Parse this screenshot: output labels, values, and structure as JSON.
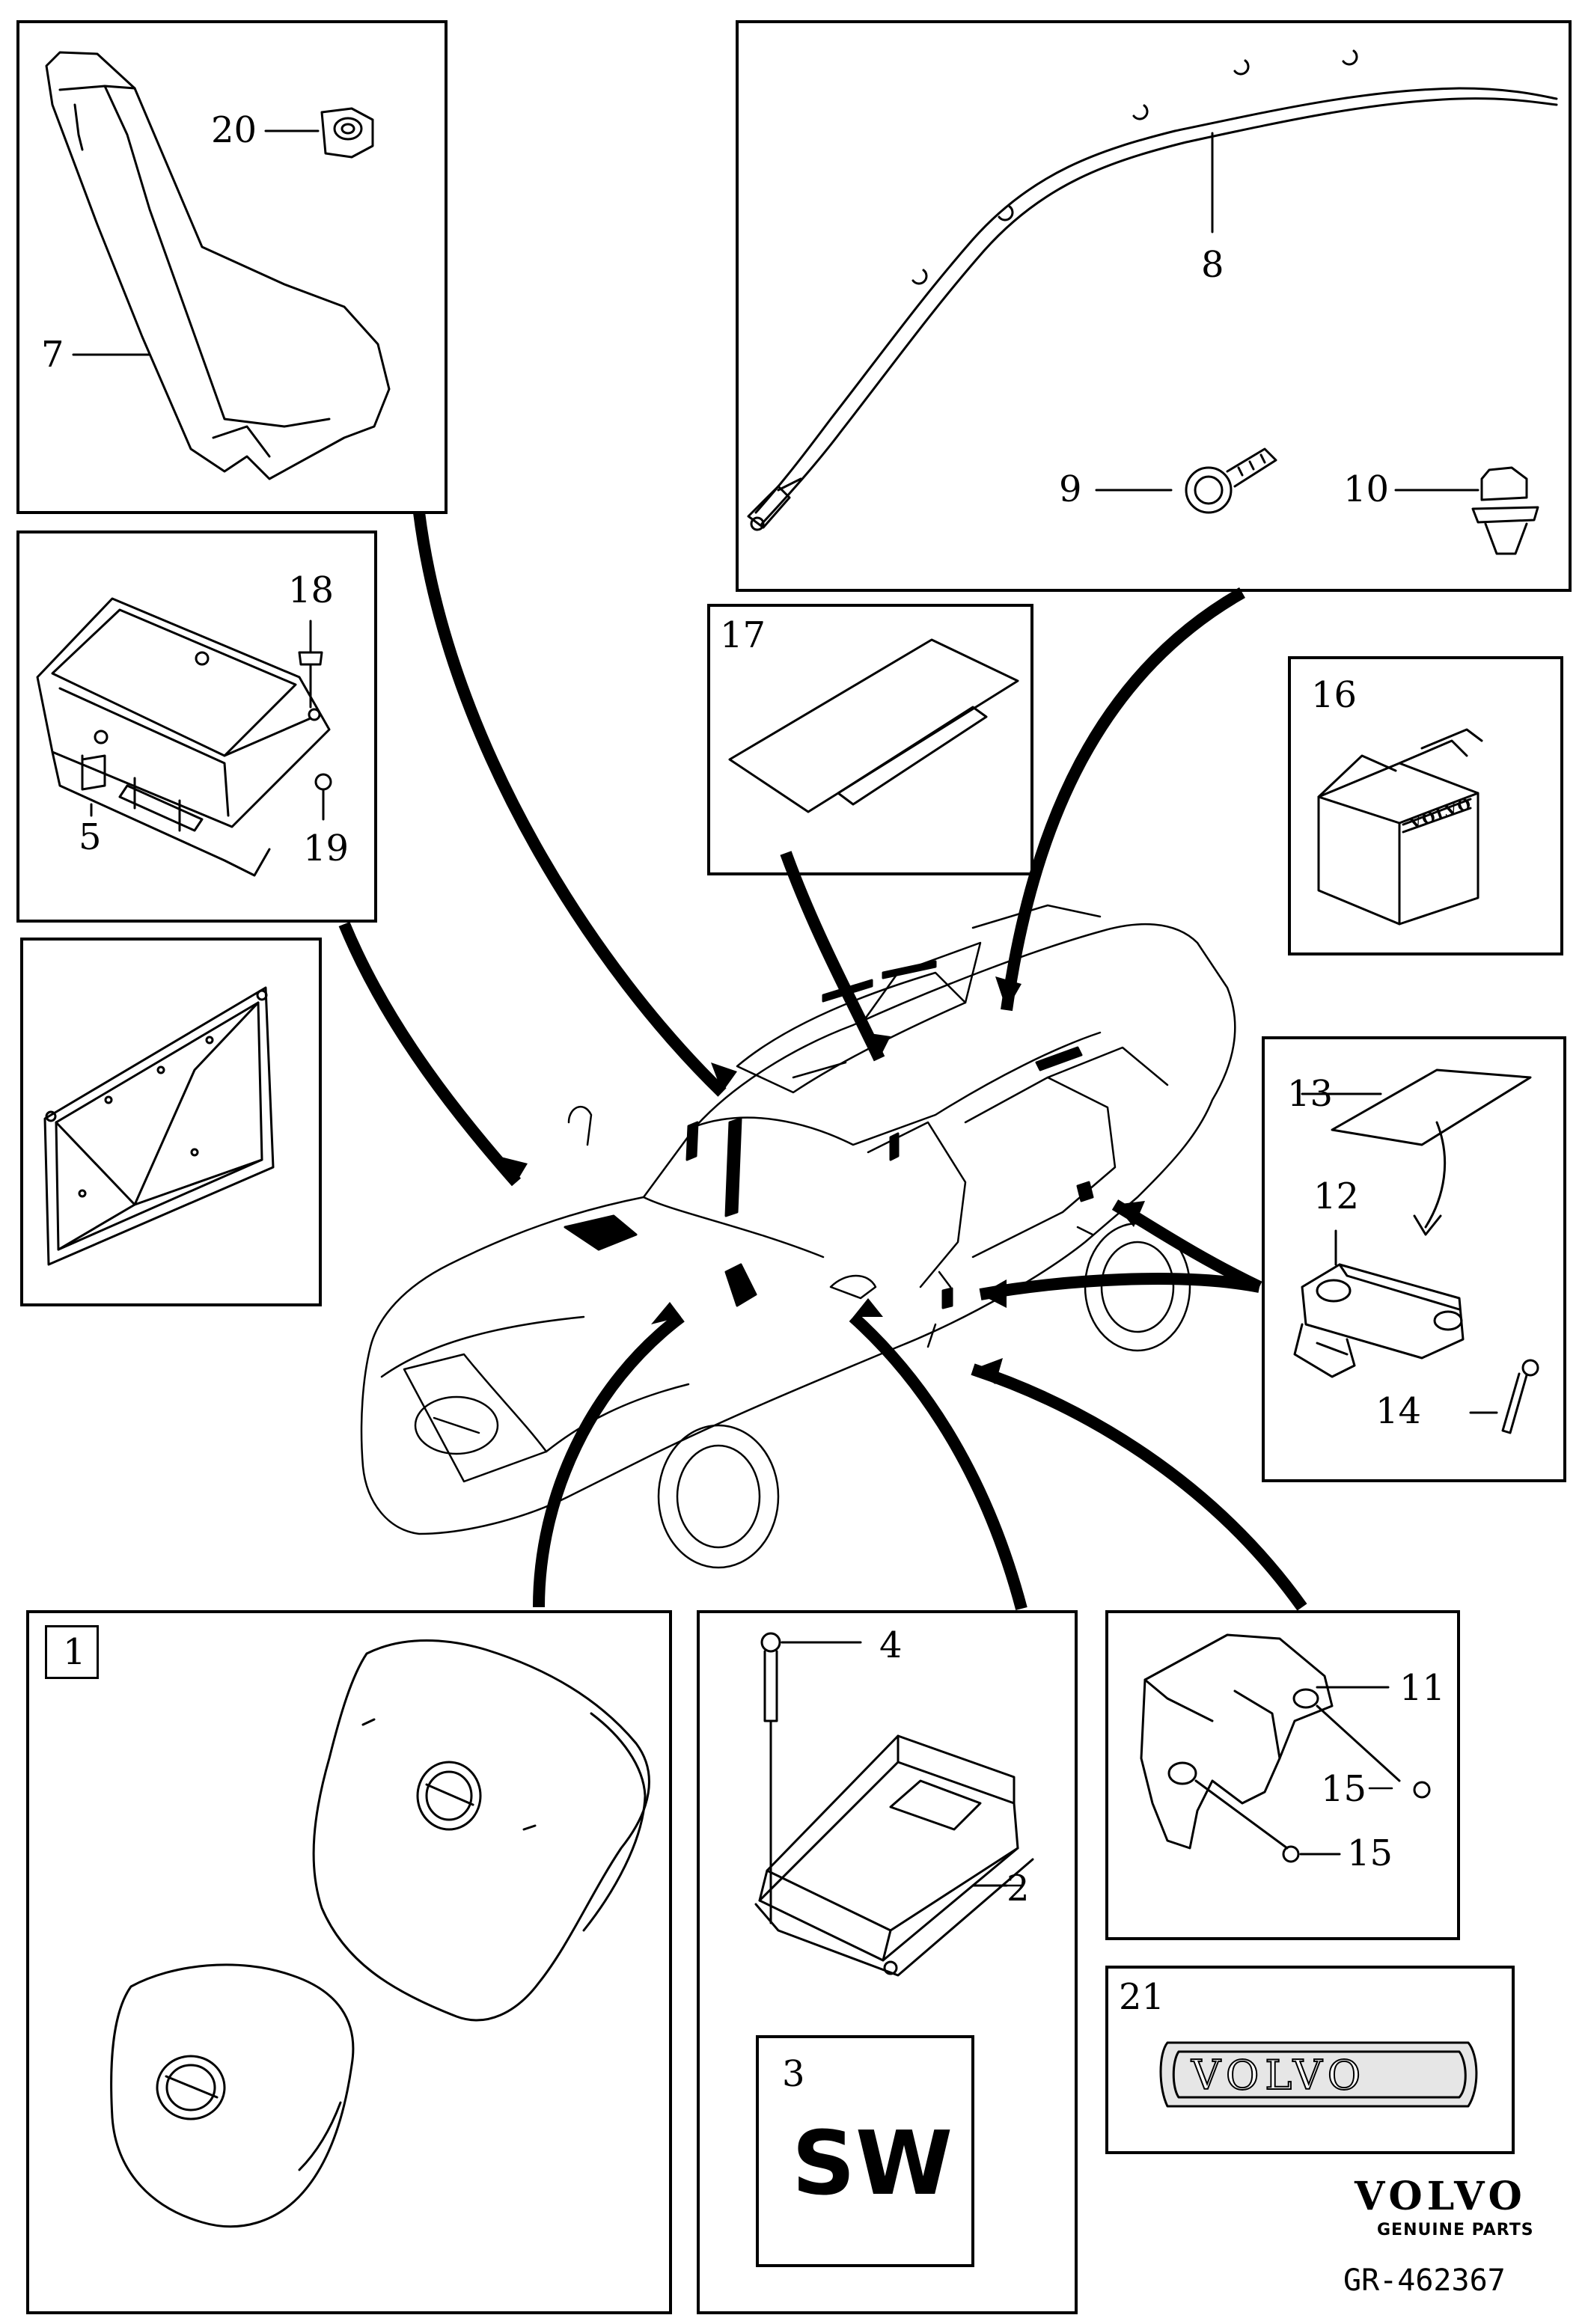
{
  "callouts": {
    "p1": "1",
    "p2": "2",
    "p3": "3",
    "p4": "4",
    "p5": "5",
    "p7": "7",
    "p8": "8",
    "p9": "9",
    "p10": "10",
    "p11": "11",
    "p12": "12",
    "p13": "13",
    "p14": "14",
    "p15a": "15",
    "p15b": "15",
    "p16": "16",
    "p17": "17",
    "p18": "18",
    "p19": "19",
    "p20": "20",
    "p21": "21"
  },
  "software_tag": "SW",
  "box_brand_print": "VOLVO",
  "emblem_text": "VOLVO",
  "footer": {
    "brand": "VOLVO",
    "subtitle": "GENUINE PARTS",
    "reference": "GR-462367"
  },
  "colors": {
    "line": "#000000",
    "background": "#ffffff",
    "emblem_fill": "#e6e6e6"
  }
}
